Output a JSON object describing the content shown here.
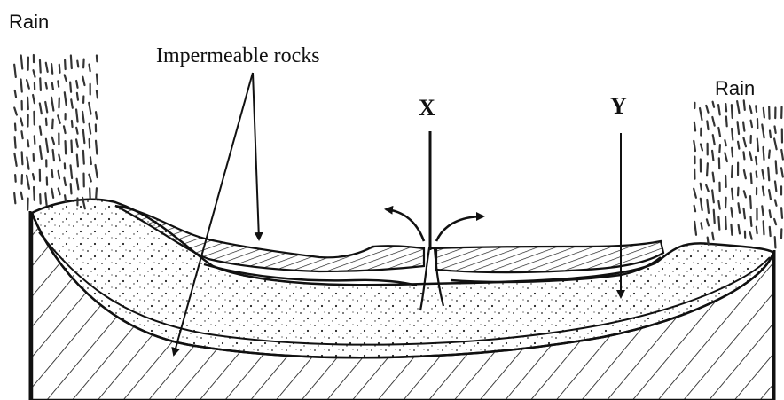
{
  "labels": {
    "rain_left": "Rain",
    "rain_right": "Rain",
    "impermeable": "Impermeable rocks",
    "x": "X",
    "y": "Y"
  },
  "colors": {
    "ink": "#111111",
    "background": "#ffffff",
    "aquifer_fill": "#f7f7f7",
    "rain_streak": "#333333"
  }
}
